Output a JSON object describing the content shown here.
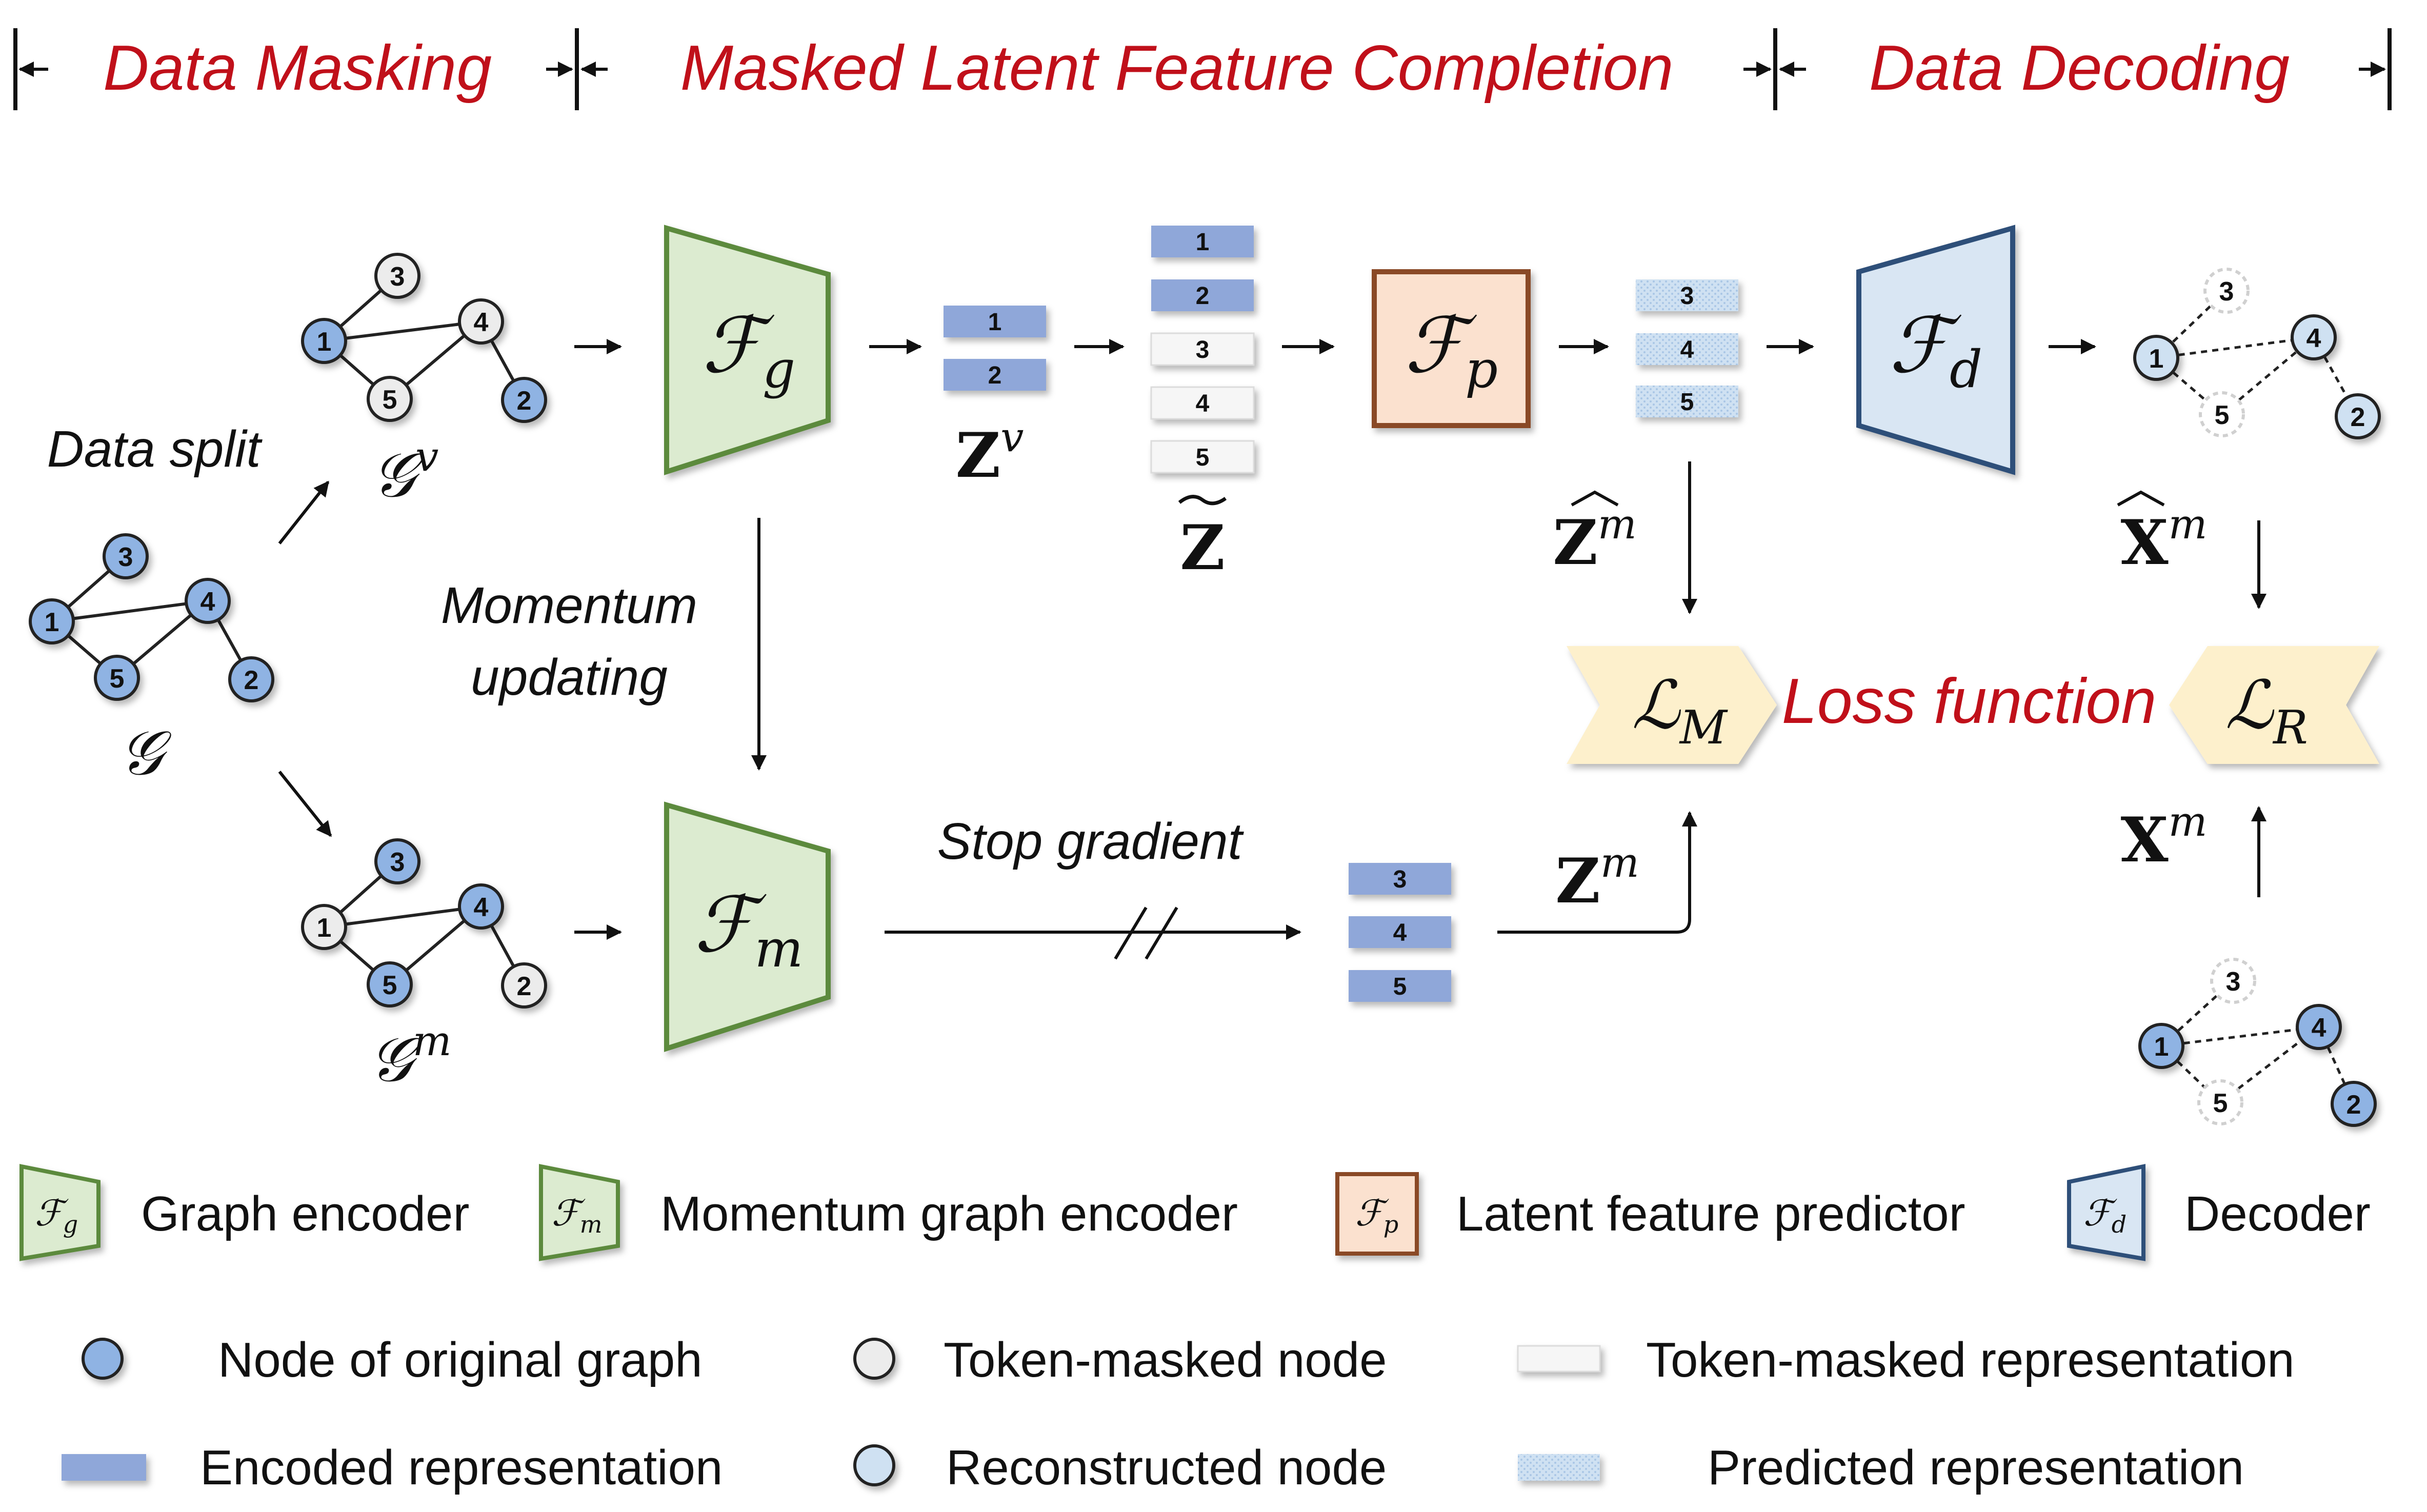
{
  "stages": {
    "data_masking": "Data Masking",
    "latent_completion": "Masked Latent Feature Completion",
    "data_decoding": "Data Decoding"
  },
  "labels": {
    "data_split": "Data split",
    "momentum_line1": "Momentum",
    "momentum_line2": "updating",
    "stop_gradient": "Stop gradient",
    "loss_function": "Loss function"
  },
  "graphs": {
    "original": {
      "symbol": "𝒢",
      "sup": ""
    },
    "visible": {
      "symbol": "𝒢",
      "sup": "v"
    },
    "masked": {
      "symbol": "𝒢",
      "sup": "m"
    }
  },
  "node_labels": [
    "1",
    "2",
    "3",
    "4",
    "5"
  ],
  "modules": {
    "graph_encoder": {
      "symbol": "ℱ",
      "sub": "g"
    },
    "momentum_encoder": {
      "symbol": "ℱ",
      "sub": "m"
    },
    "predictor": {
      "symbol": "ℱ",
      "sub": "p"
    },
    "decoder": {
      "symbol": "ℱ",
      "sub": "d"
    }
  },
  "tokens": {
    "zv": [
      "1",
      "2"
    ],
    "ztilde": [
      "1",
      "2",
      "3",
      "4",
      "5"
    ],
    "zhat": [
      "3",
      "4",
      "5"
    ],
    "zm": [
      "3",
      "4",
      "5"
    ]
  },
  "math": {
    "zv": {
      "base": "Z",
      "sup": "v"
    },
    "ztilde": {
      "base": "Z",
      "sup": ""
    },
    "zhat_m": {
      "base": "Z",
      "sup": "m"
    },
    "z_m": {
      "base": "Z",
      "sup": "m"
    },
    "xhat_m": {
      "base": "X",
      "sup": "m"
    },
    "x_m": {
      "base": "X",
      "sup": "m"
    }
  },
  "losses": {
    "lm": {
      "symbol": "ℒ",
      "sub": "M"
    },
    "lr": {
      "symbol": "ℒ",
      "sub": "R"
    }
  },
  "legend": {
    "graph_encoder": "Graph encoder",
    "momentum_encoder": "Momentum graph encoder",
    "predictor": "Latent feature predictor",
    "decoder": "Decoder",
    "node_original": "Node of original graph",
    "token_masked_node": "Token-masked node",
    "token_masked_repr": "Token-masked representation",
    "encoded_repr": "Encoded representation",
    "reconstructed_node": "Reconstructed node",
    "predicted_repr": "Predicted representation"
  },
  "colors": {
    "stage_title": "#c0101a",
    "node_blue": "#8fb3e3",
    "node_gray": "#ececec",
    "token_blue": "#8fa7d9",
    "encoder_green_fill": "#dcebd0",
    "encoder_green_stroke": "#5c8a3c",
    "predictor_fill": "#fbe1cf",
    "predictor_stroke": "#8a4a25",
    "decoder_fill": "#d9e6f3",
    "decoder_stroke": "#2e4f79",
    "loss_fill": "#fdf0cc"
  }
}
